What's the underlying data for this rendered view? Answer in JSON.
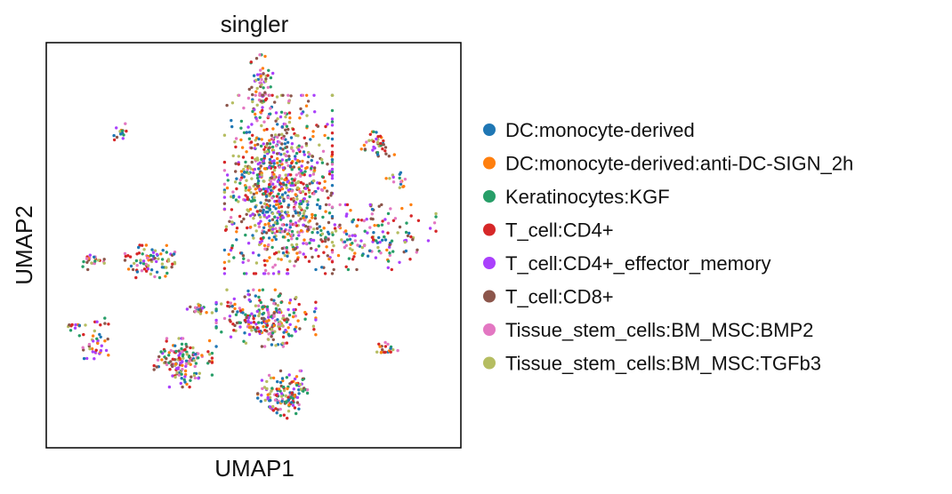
{
  "chart_data": {
    "type": "scatter",
    "title": "singler",
    "xlabel": "UMAP1",
    "ylabel": "UMAP2",
    "grid": false,
    "legend_placement": "right",
    "series": [
      {
        "name": "DC:monocyte-derived",
        "color": "#1f77b4"
      },
      {
        "name": "DC:monocyte-derived:anti-DC-SIGN_2h",
        "color": "#ff7f0e"
      },
      {
        "name": "Keratinocytes:KGF",
        "color": "#279e68"
      },
      {
        "name": "T_cell:CD4+",
        "color": "#d62728"
      },
      {
        "name": "T_cell:CD4+_effector_memory",
        "color": "#aa40fc"
      },
      {
        "name": "T_cell:CD8+",
        "color": "#8c564b"
      },
      {
        "name": "Tissue_stem_cells:BM_MSC:BMP2",
        "color": "#e377c2"
      },
      {
        "name": "Tissue_stem_cells:BM_MSC:TGFb3",
        "color": "#b5bd61"
      }
    ],
    "clusters": [
      {
        "center": [
          0.56,
          0.35
        ],
        "radius": [
          0.13,
          0.22
        ],
        "n": 900
      },
      {
        "center": [
          0.53,
          0.68
        ],
        "radius": [
          0.12,
          0.07
        ],
        "n": 250
      },
      {
        "center": [
          0.25,
          0.54
        ],
        "radius": [
          0.06,
          0.04
        ],
        "n": 80
      },
      {
        "center": [
          0.11,
          0.54
        ],
        "radius": [
          0.03,
          0.02
        ],
        "n": 25
      },
      {
        "center": [
          0.76,
          0.48
        ],
        "radius": [
          0.18,
          0.08
        ],
        "n": 200
      },
      {
        "center": [
          0.33,
          0.79
        ],
        "radius": [
          0.07,
          0.06
        ],
        "n": 150
      },
      {
        "center": [
          0.57,
          0.87
        ],
        "radius": [
          0.06,
          0.06
        ],
        "n": 140
      },
      {
        "center": [
          0.37,
          0.66
        ],
        "radius": [
          0.03,
          0.02
        ],
        "n": 25
      },
      {
        "center": [
          0.18,
          0.22
        ],
        "radius": [
          0.02,
          0.02
        ],
        "n": 15
      },
      {
        "center": [
          0.12,
          0.73
        ],
        "radius": [
          0.04,
          0.05
        ],
        "n": 40
      },
      {
        "center": [
          0.52,
          0.1
        ],
        "radius": [
          0.03,
          0.07
        ],
        "n": 60
      },
      {
        "center": [
          0.8,
          0.25
        ],
        "radius": [
          0.04,
          0.03
        ],
        "n": 40
      },
      {
        "center": [
          0.85,
          0.34
        ],
        "radius": [
          0.03,
          0.02
        ],
        "n": 15
      },
      {
        "center": [
          0.82,
          0.76
        ],
        "radius": [
          0.03,
          0.02
        ],
        "n": 20
      },
      {
        "center": [
          0.06,
          0.7
        ],
        "radius": [
          0.02,
          0.01
        ],
        "n": 10
      }
    ]
  }
}
